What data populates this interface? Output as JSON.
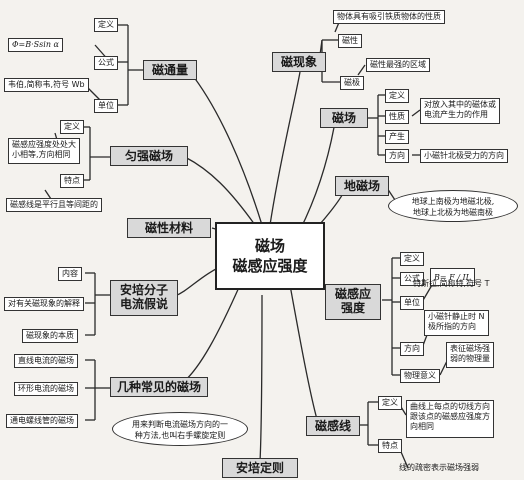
{
  "center": {
    "line1": "磁场",
    "line2": "磁感应强度"
  },
  "flux": {
    "title": "磁通量",
    "definition_label": "定义",
    "formula": "Φ=B·Ssin α",
    "formula_label": "公式",
    "unit_text": "韦伯,简称韦,符号 Wb",
    "unit_label": "单位"
  },
  "uniform": {
    "title": "匀强磁场",
    "definition_label": "定义",
    "definition_text": [
      "磁感应强度处处大",
      "小相等,方向相同"
    ],
    "feature_label": "特点",
    "feature_text": "磁感线是平行且等间距的"
  },
  "magnetic_material": {
    "title": "磁性材料"
  },
  "ampere_hypothesis": {
    "title_line1": "安培分子",
    "title_line2": "电流假说",
    "items": [
      "内容",
      "对有关磁现象的解释",
      "磁现象的本质"
    ]
  },
  "common_fields": {
    "title": "几种常见的磁场",
    "items": [
      "直线电流的磁场",
      "环形电流的磁场",
      "通电螺线管的磁场"
    ]
  },
  "ampere_rule": {
    "title": "安培定则",
    "bubble": [
      "用来判断电流磁场方向的一",
      "种方法,也叫右手螺旋定则"
    ]
  },
  "phenomena": {
    "title": "磁现象",
    "top_text": "物体具有吸引铁质物体的性质",
    "magnetism_label": "磁性",
    "pole_text": "磁性最强的区域",
    "pole_label": "磁极"
  },
  "field": {
    "title": "磁场",
    "definition_label": "定义",
    "property_label": "性质",
    "property_text": [
      "对放入其中的磁体或",
      "电流产生力的作用"
    ],
    "origin_label": "产生",
    "direction_label": "方向",
    "direction_text": "小磁针北极受力的方向"
  },
  "geomagnetic": {
    "title": "地磁场",
    "bubble": [
      "地球上南极为地磁北极,",
      "地球上北极为地磁南极"
    ]
  },
  "induction": {
    "title_line1": "磁感应",
    "title_line2": "强度",
    "definition_label": "定义",
    "formula_label": "公式",
    "formula": "B= F / IL",
    "unit_label": "单位",
    "unit_text": "特斯拉,简称特,符号 T",
    "direction_label": "方向",
    "direction_text": [
      "小磁针静止时 N",
      "极所指的方向"
    ],
    "physics_label": "物理意义",
    "physics_text": [
      "表征磁场强",
      "弱的物理量"
    ]
  },
  "field_lines": {
    "title": "磁感线",
    "definition_label": "定义",
    "definition_text": [
      "曲线上每点的切线方向",
      "跟该点的磁感应强度方",
      "向相同"
    ],
    "feature_label": "特点",
    "feature_text": "线的疏密表示磁场强弱"
  }
}
